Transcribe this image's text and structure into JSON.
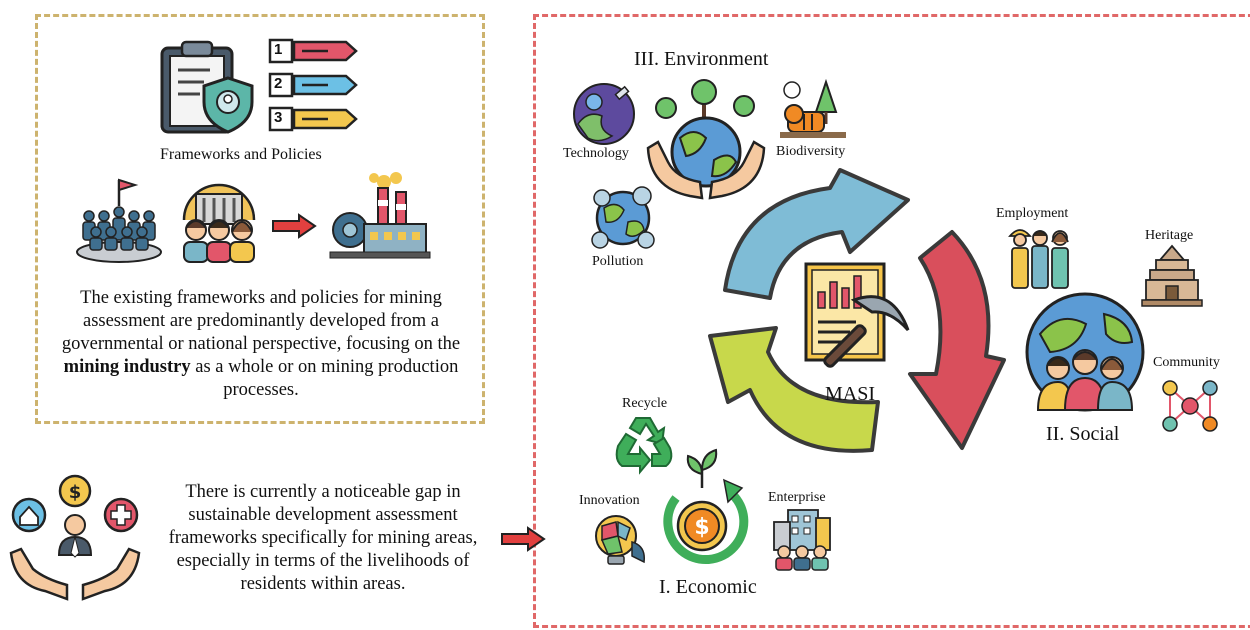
{
  "left_panel": {
    "frameworks_label": "Frameworks and Policies",
    "list_numbers": [
      "1",
      "2",
      "3"
    ],
    "existing_text": {
      "before": "The existing frameworks and policies for mining assessment are predominantly developed from a governmental or national perspective, focusing on the ",
      "bold": "mining industry",
      "after": " as a whole or on mining production processes."
    }
  },
  "gap_text": "There is currently a noticeable gap in sustainable development assessment frameworks specifically for mining areas, especially in terms of the livelihoods of residents within areas.",
  "cycle": {
    "center_label": "MASI",
    "environment": {
      "title": "III. Environment",
      "items": [
        "Technology",
        "Biodiversity",
        "Pollution"
      ]
    },
    "social": {
      "title": "II. Social",
      "items": [
        "Employment",
        "Heritage",
        "Community"
      ]
    },
    "economic": {
      "title": "I. Economic",
      "items": [
        "Recycle",
        "Innovation",
        "Enterprise"
      ]
    }
  },
  "colors": {
    "gold_frame": "#cdb36e",
    "red_frame": "#e06868",
    "arrow_blue": "#7fbcd6",
    "arrow_red": "#d94f5c",
    "arrow_yellow": "#c8d84b",
    "globe_blue": "#5b9bd5",
    "globe_green": "#8bc34a"
  }
}
